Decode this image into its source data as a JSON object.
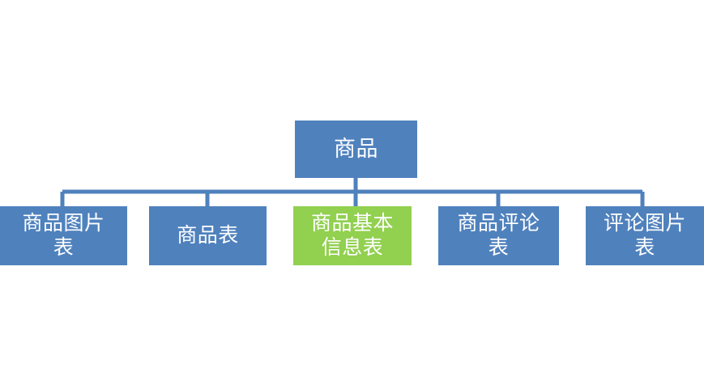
{
  "diagram": {
    "type": "hierarchy-tree",
    "title": "商品",
    "orientation": "top-down",
    "colors": {
      "node_blue": "#4f81bd",
      "node_green_highlight": "#92d050",
      "connector_line": "#4f81bd",
      "text": "#ffffff",
      "background": "#ffffff"
    },
    "root": {
      "label": "商品",
      "color": "#4f81bd"
    },
    "children": [
      {
        "label": "商品图片\n表",
        "label_plain": "商品图片表",
        "color": "#4f81bd",
        "highlighted": false
      },
      {
        "label": "商品表",
        "label_plain": "商品表",
        "color": "#4f81bd",
        "highlighted": false
      },
      {
        "label": "商品基本\n信息表",
        "label_plain": "商品基本信息表",
        "color": "#92d050",
        "highlighted": true
      },
      {
        "label": "商品评论\n表",
        "label_plain": "商品评论表",
        "color": "#4f81bd",
        "highlighted": false
      },
      {
        "label": "评论图片\n表",
        "label_plain": "评论图片表",
        "color": "#4f81bd",
        "highlighted": false
      }
    ]
  }
}
